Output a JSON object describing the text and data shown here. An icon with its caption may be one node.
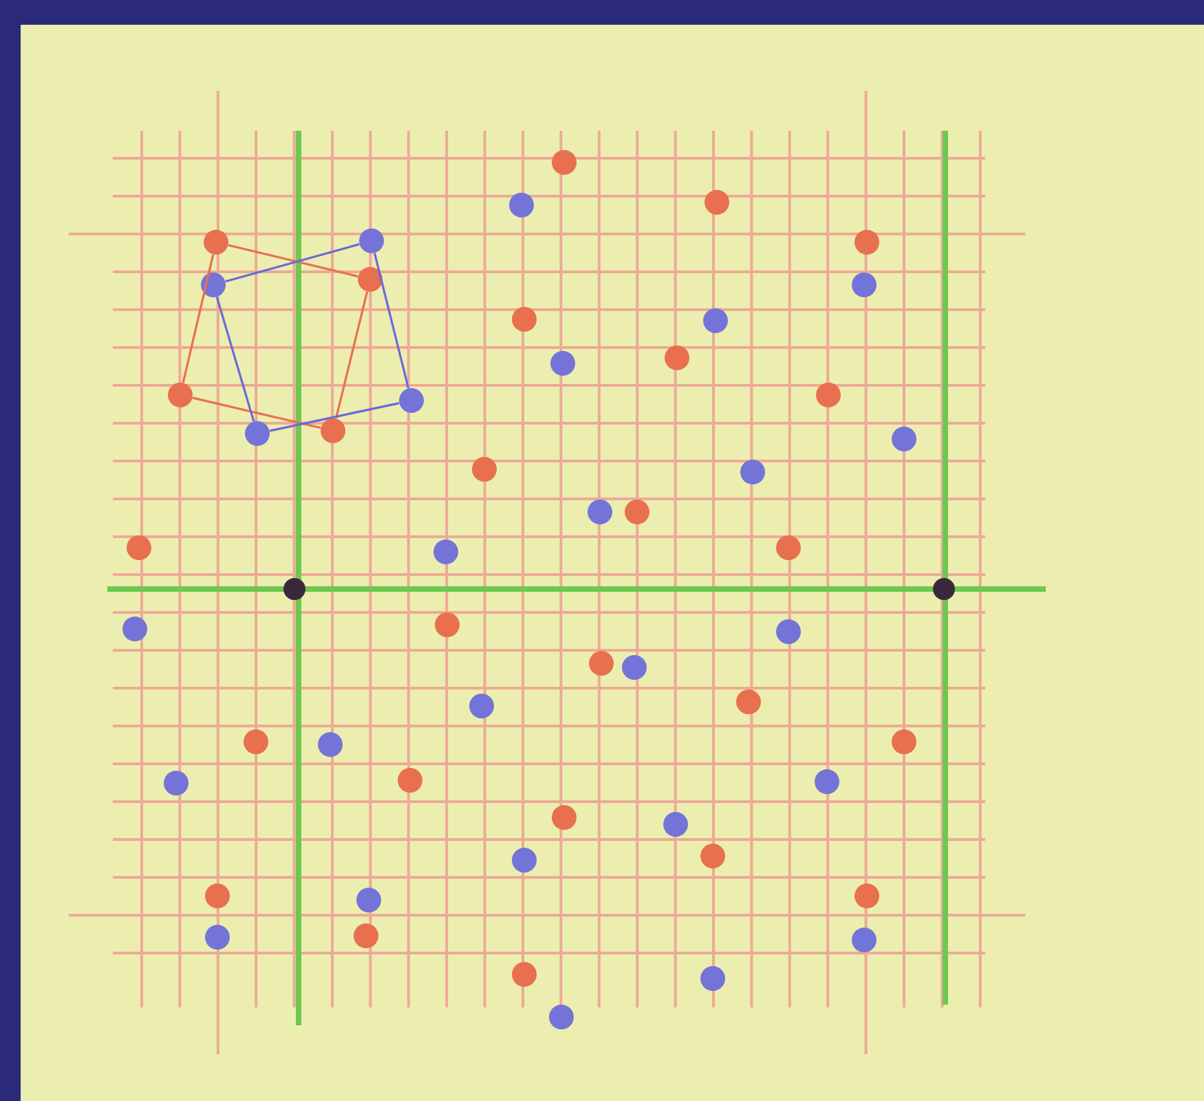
{
  "diagram": {
    "nodes": [
      {
        "text": [],
        "shape": "circle"
      },
      {
        "text": [],
        "shape": "circle"
      },
      {
        "text": [],
        "shape": "circle"
      },
      {
        "text": [],
        "shape": "circle"
      },
      {
        "text": [],
        "shape": "circle"
      },
      {
        "text": [],
        "shape": "circle"
      },
      {
        "text": [],
        "shape": "circle"
      },
      {
        "text": [],
        "shape": "circle"
      },
      {
        "text": [],
        "shape": "circle"
      },
      {
        "text": [],
        "shape": "circle"
      },
      {
        "text": [],
        "shape": "circle"
      },
      {
        "text": [],
        "shape": "circle"
      },
      {
        "text": [],
        "shape": "circle"
      },
      {
        "text": [],
        "shape": "circle"
      },
      {
        "text": [],
        "shape": "circle"
      },
      {
        "text": [],
        "shape": "circle"
      },
      {
        "text": [],
        "shape": "circle"
      },
      {
        "text": [],
        "shape": "circle"
      },
      {
        "text": [],
        "shape": "circle"
      },
      {
        "text": [],
        "shape": "circle"
      },
      {
        "text": [],
        "shape": "circle"
      },
      {
        "text": [],
        "shape": "circle"
      },
      {
        "text": [],
        "shape": "circle"
      },
      {
        "text": [],
        "shape": "circle"
      },
      {
        "text": [],
        "shape": "circle"
      },
      {
        "text": [],
        "shape": "circle"
      },
      {
        "text": [],
        "shape": "circle"
      },
      {
        "text": [],
        "shape": "circle"
      },
      {
        "text": [],
        "shape": "circle"
      },
      {
        "text": [],
        "shape": "circle"
      },
      {
        "text": [],
        "shape": "circle"
      },
      {
        "text": [],
        "shape": "circle"
      },
      {
        "text": [],
        "shape": "circle"
      },
      {
        "text": [],
        "shape": "circle"
      },
      {
        "text": [],
        "shape": "circle"
      },
      {
        "text": [],
        "shape": "circle"
      },
      {
        "text": [],
        "shape": "circle"
      },
      {
        "text": [],
        "shape": "circle"
      },
      {
        "text": [],
        "shape": "circle"
      },
      {
        "text": [],
        "shape": "circle"
      },
      {
        "text": [],
        "shape": "circle"
      },
      {
        "text": [],
        "shape": "circle"
      },
      {
        "text": [],
        "shape": "circle"
      },
      {
        "text": [],
        "shape": "circle"
      },
      {
        "text": [],
        "shape": "circle"
      },
      {
        "text": [],
        "shape": "circle"
      },
      {
        "text": [],
        "shape": "circle"
      },
      {
        "text": [],
        "shape": "circle"
      },
      {
        "text": [],
        "shape": "circle"
      },
      {
        "text": [],
        "shape": "circle"
      },
      {
        "text": [],
        "shape": "circle"
      },
      {
        "text": [],
        "shape": "circle"
      }
    ],
    "edges": [
      {
        "from": 5,
        "to": 6,
        "arrow": "none",
        "color": "#e8704f"
      },
      {
        "from": 6,
        "to": 16,
        "arrow": "none",
        "color": "#e8704f"
      },
      {
        "from": 16,
        "to": 14,
        "arrow": "none",
        "color": "#e8704f"
      },
      {
        "from": 14,
        "to": 5,
        "arrow": "none",
        "color": "#e8704f"
      },
      {
        "from": 3,
        "to": 8,
        "arrow": "none",
        "color": "#6a6ad8"
      },
      {
        "from": 8,
        "to": 17,
        "arrow": "none",
        "color": "#6a6ad8"
      },
      {
        "from": 17,
        "to": 15,
        "arrow": "none",
        "color": "#6a6ad8"
      },
      {
        "from": 15,
        "to": 3,
        "arrow": "none",
        "color": "#6a6ad8"
      }
    ]
  }
}
